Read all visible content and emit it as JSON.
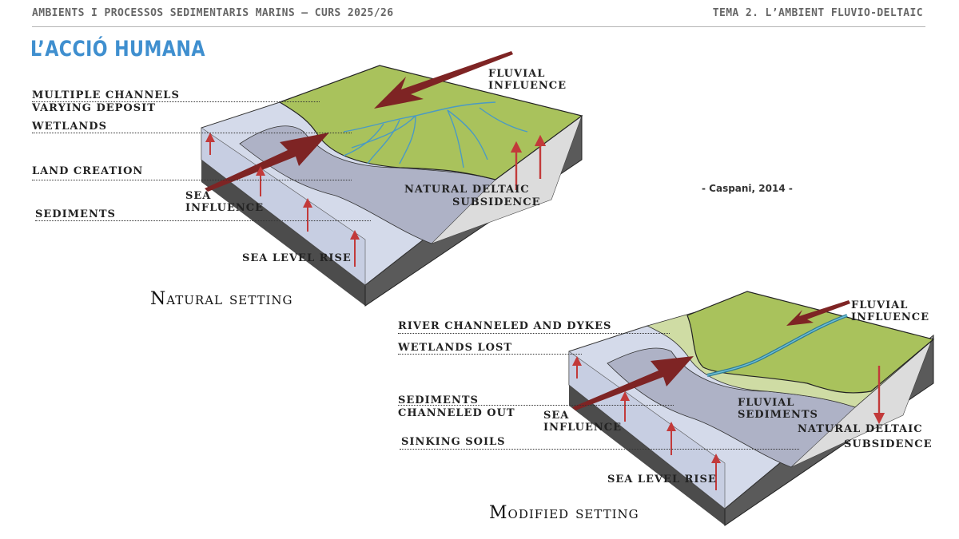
{
  "header": {
    "left": "AMBIENTS I PROCESSOS SEDIMENTARIS MARINS – CURS 2025/26",
    "right": "TEMA 2. L’AMBIENT FLUVIO-DELTAIC"
  },
  "title": "L’ACCIÓ HUMANA",
  "citation": "- Caspani, 2014 -",
  "natural": {
    "caption": "Natural setting",
    "left_labels": [
      "MULTIPLE CHANNELS",
      "VARYING DEPOSIT",
      "WETLANDS",
      "LAND CREATION",
      "SEDIMENTS"
    ],
    "fluvial_influence": [
      "FLUVIAL",
      "INFLUENCE"
    ],
    "sea_influence": [
      "SEA",
      "INFLUENCE"
    ],
    "subsidence": [
      "NATURAL DELTAIC",
      "SUBSIDENCE"
    ],
    "sea_level_rise": "SEA LEVEL RISE"
  },
  "modified": {
    "caption": "Modified setting",
    "left_labels": [
      "RIVER CHANNELED AND DYKES",
      "WETLANDS LOST",
      "SEDIMENTS",
      "CHANNELED OUT",
      "SINKING SOILS"
    ],
    "fluvial_influence": [
      "FLUVIAL",
      "INFLUENCE"
    ],
    "sea_influence": [
      "SEA",
      "INFLUENCE"
    ],
    "fluvial_sediments": [
      "FLUVIAL",
      "SEDIMENTS"
    ],
    "subsidence": [
      "NATURAL DELTAIC",
      "SUBSIDENCE"
    ],
    "sea_level_rise": "SEA LEVEL RISE"
  },
  "colors": {
    "title": "#3f8fcf",
    "land": "#a9c25c",
    "sea": "#d4daea",
    "wetland": "#aeb2c6",
    "side": "#555555",
    "arrow": "#7e2424",
    "channel": "#4a9ac4"
  }
}
